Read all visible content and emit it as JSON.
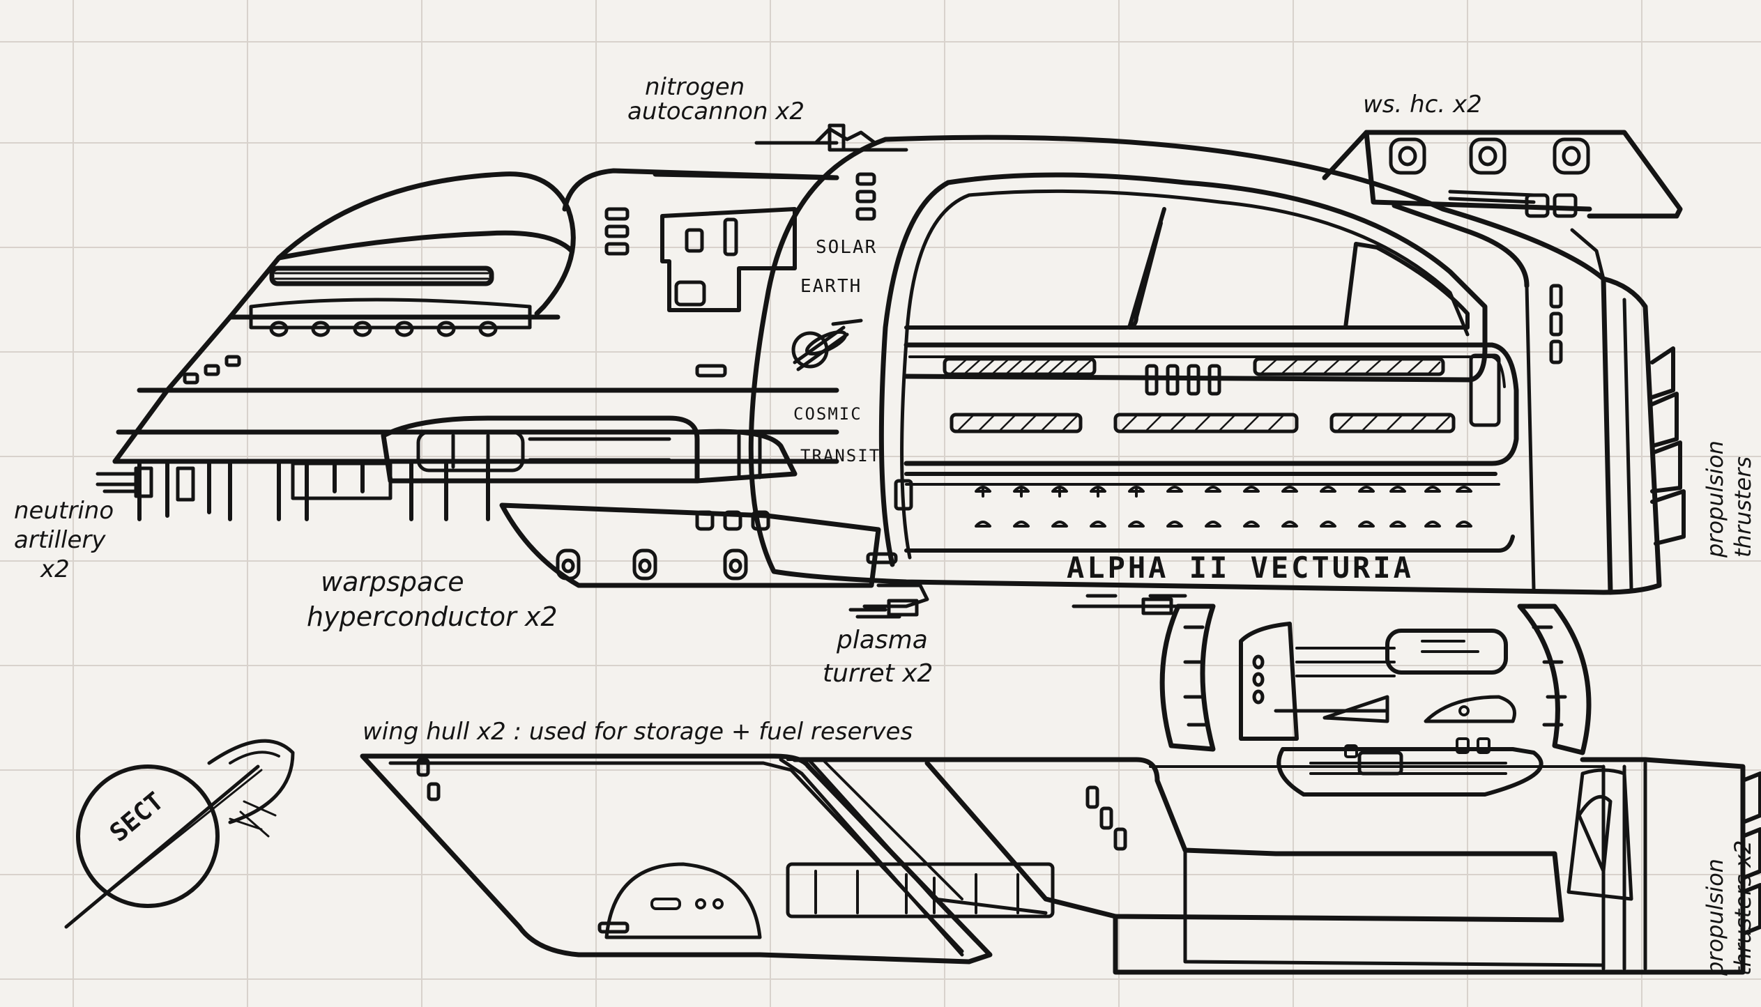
{
  "callouts": {
    "nitrogen_l1": "nitrogen",
    "nitrogen_l2": "autocannon x2",
    "ws_hc": "ws. hc. x2",
    "neutrino_l1": "neutrino",
    "neutrino_l2": "artillery",
    "neutrino_l3": "x2",
    "warpspace_l1": "warpspace",
    "warpspace_l2": "hyperconductor x2",
    "plasma_l1": "plasma",
    "plasma_l2": "turret x2",
    "propulsion_top_l1": "propulsion",
    "propulsion_top_l2": "thrusters",
    "wing_hull": "wing hull x2 : used for storage + fuel reserves",
    "propulsion_bottom_l1": "propulsion",
    "propulsion_bottom_l2": "thrusters x2"
  },
  "hull_text": {
    "solar": "SOLAR",
    "earth": "EARTH",
    "cosmic": "COSMIC",
    "transit": "TRANSIT",
    "ship_name": "ALPHA II VECTURIA"
  },
  "logo_text": "SECT",
  "colors": {
    "paper": "#f4f2ee",
    "ink": "#141414",
    "grid": "#d8d2cc"
  },
  "icons": [
    "sect-emblem-icon",
    "solar-earth-emblem-icon"
  ]
}
